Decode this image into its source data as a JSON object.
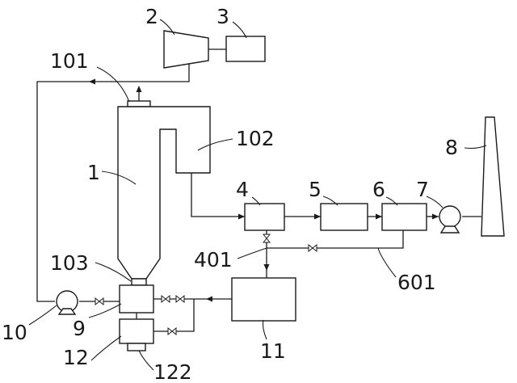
{
  "diagram": {
    "labels": {
      "reactor": "1",
      "expander": "2",
      "generator": "3",
      "unit4": "4",
      "unit5": "5",
      "unit6": "6",
      "fan": "7",
      "stack": "8",
      "feeder": "9",
      "pump": "10",
      "unit11": "11",
      "lower_unit": "12",
      "top_outlet": "101",
      "cyclone": "102",
      "bottom_port": "103",
      "line401": "401",
      "line601": "601",
      "outlet122": "122"
    }
  }
}
